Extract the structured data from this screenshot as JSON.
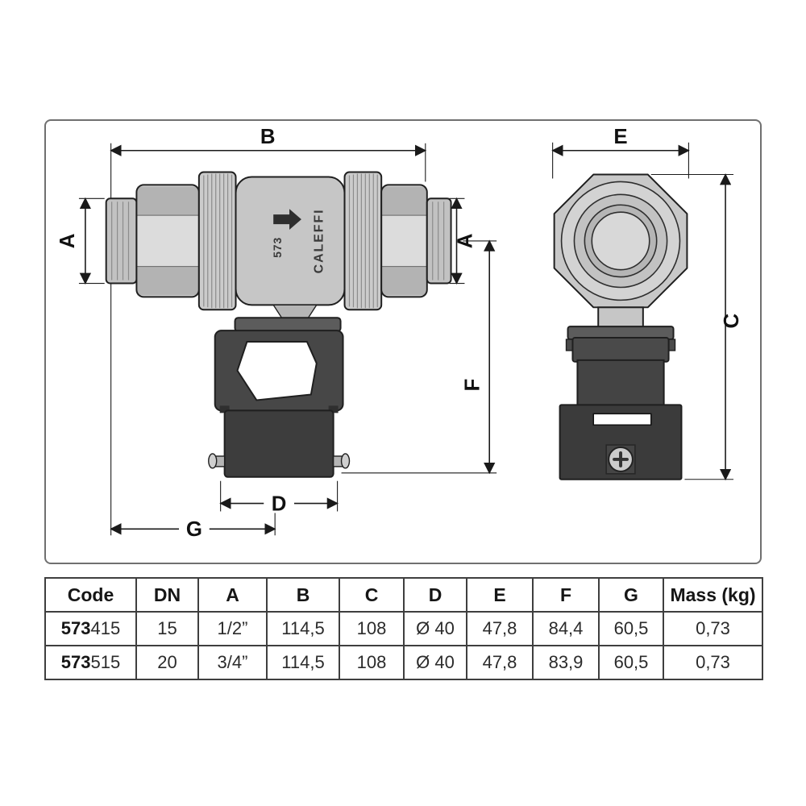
{
  "drawing": {
    "labels": {
      "A": "A",
      "B": "B",
      "C": "C",
      "D": "D",
      "E": "E",
      "F": "F",
      "G": "G"
    },
    "brand": "CALEFFI",
    "model": "573"
  },
  "table": {
    "headers": [
      "Code",
      "DN",
      "A",
      "B",
      "C",
      "D",
      "E",
      "F",
      "G",
      "Mass (kg)"
    ],
    "rows": [
      {
        "code_bold": "573",
        "code_rest": "415",
        "dn": "15",
        "a": "1/2”",
        "b": "114,5",
        "c": "108",
        "d": "Ø 40",
        "e": "47,8",
        "f": "84,4",
        "g": "60,5",
        "mass": "0,73"
      },
      {
        "code_bold": "573",
        "code_rest": "515",
        "dn": "20",
        "a": "3/4”",
        "b": "114,5",
        "c": "108",
        "d": "Ø 40",
        "e": "47,8",
        "f": "83,9",
        "g": "60,5",
        "mass": "0,73"
      }
    ]
  }
}
